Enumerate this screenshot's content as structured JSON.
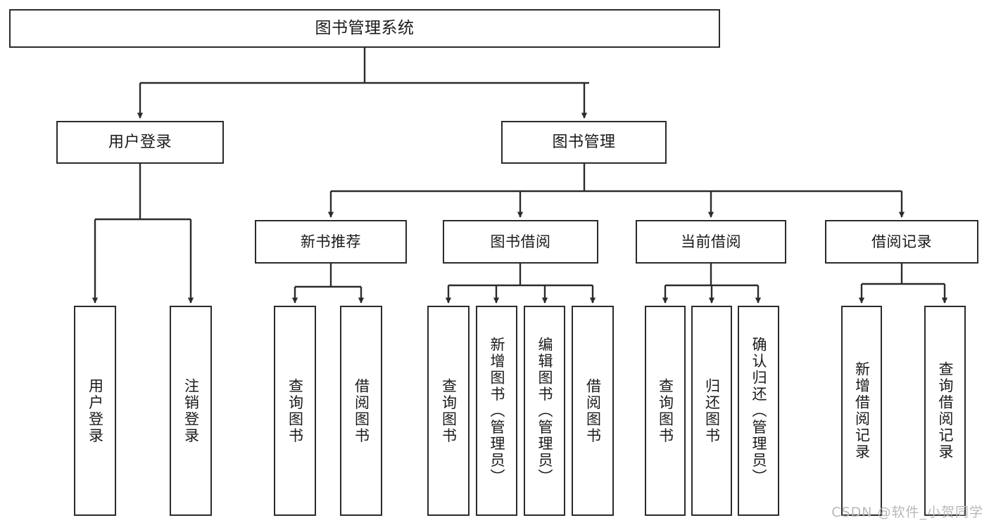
{
  "diagram": {
    "title": "图书管理系统",
    "type": "tree-hierarchy",
    "watermark": "CSDN @软件_小贺同学",
    "colors": {
      "stroke": "#2b2b2b",
      "fill": "#ffffff",
      "text": "#1a1a1a",
      "watermark": "#b8b8b8"
    },
    "root": {
      "label": "图书管理系统"
    },
    "level1": [
      {
        "label": "用户登录"
      },
      {
        "label": "图书管理"
      }
    ],
    "level2": [
      {
        "label": "新书推荐"
      },
      {
        "label": "图书借阅"
      },
      {
        "label": "当前借阅"
      },
      {
        "label": "借阅记录"
      }
    ],
    "leaves": {
      "user_login": [
        {
          "label": "用户登录"
        },
        {
          "label": "注销登录"
        }
      ],
      "new_book": [
        {
          "label": "查询图书"
        },
        {
          "label": "借阅图书"
        }
      ],
      "book_borrow": [
        {
          "label": "查询图书"
        },
        {
          "label": "新增图书（管理员）"
        },
        {
          "label": "编辑图书（管理员）"
        },
        {
          "label": "借阅图书"
        }
      ],
      "current_borrow": [
        {
          "label": "查询图书"
        },
        {
          "label": "归还图书"
        },
        {
          "label": "确认归还（管理员）"
        }
      ],
      "borrow_record": [
        {
          "label": "新增借阅记录"
        },
        {
          "label": "查询借阅记录"
        }
      ]
    }
  }
}
